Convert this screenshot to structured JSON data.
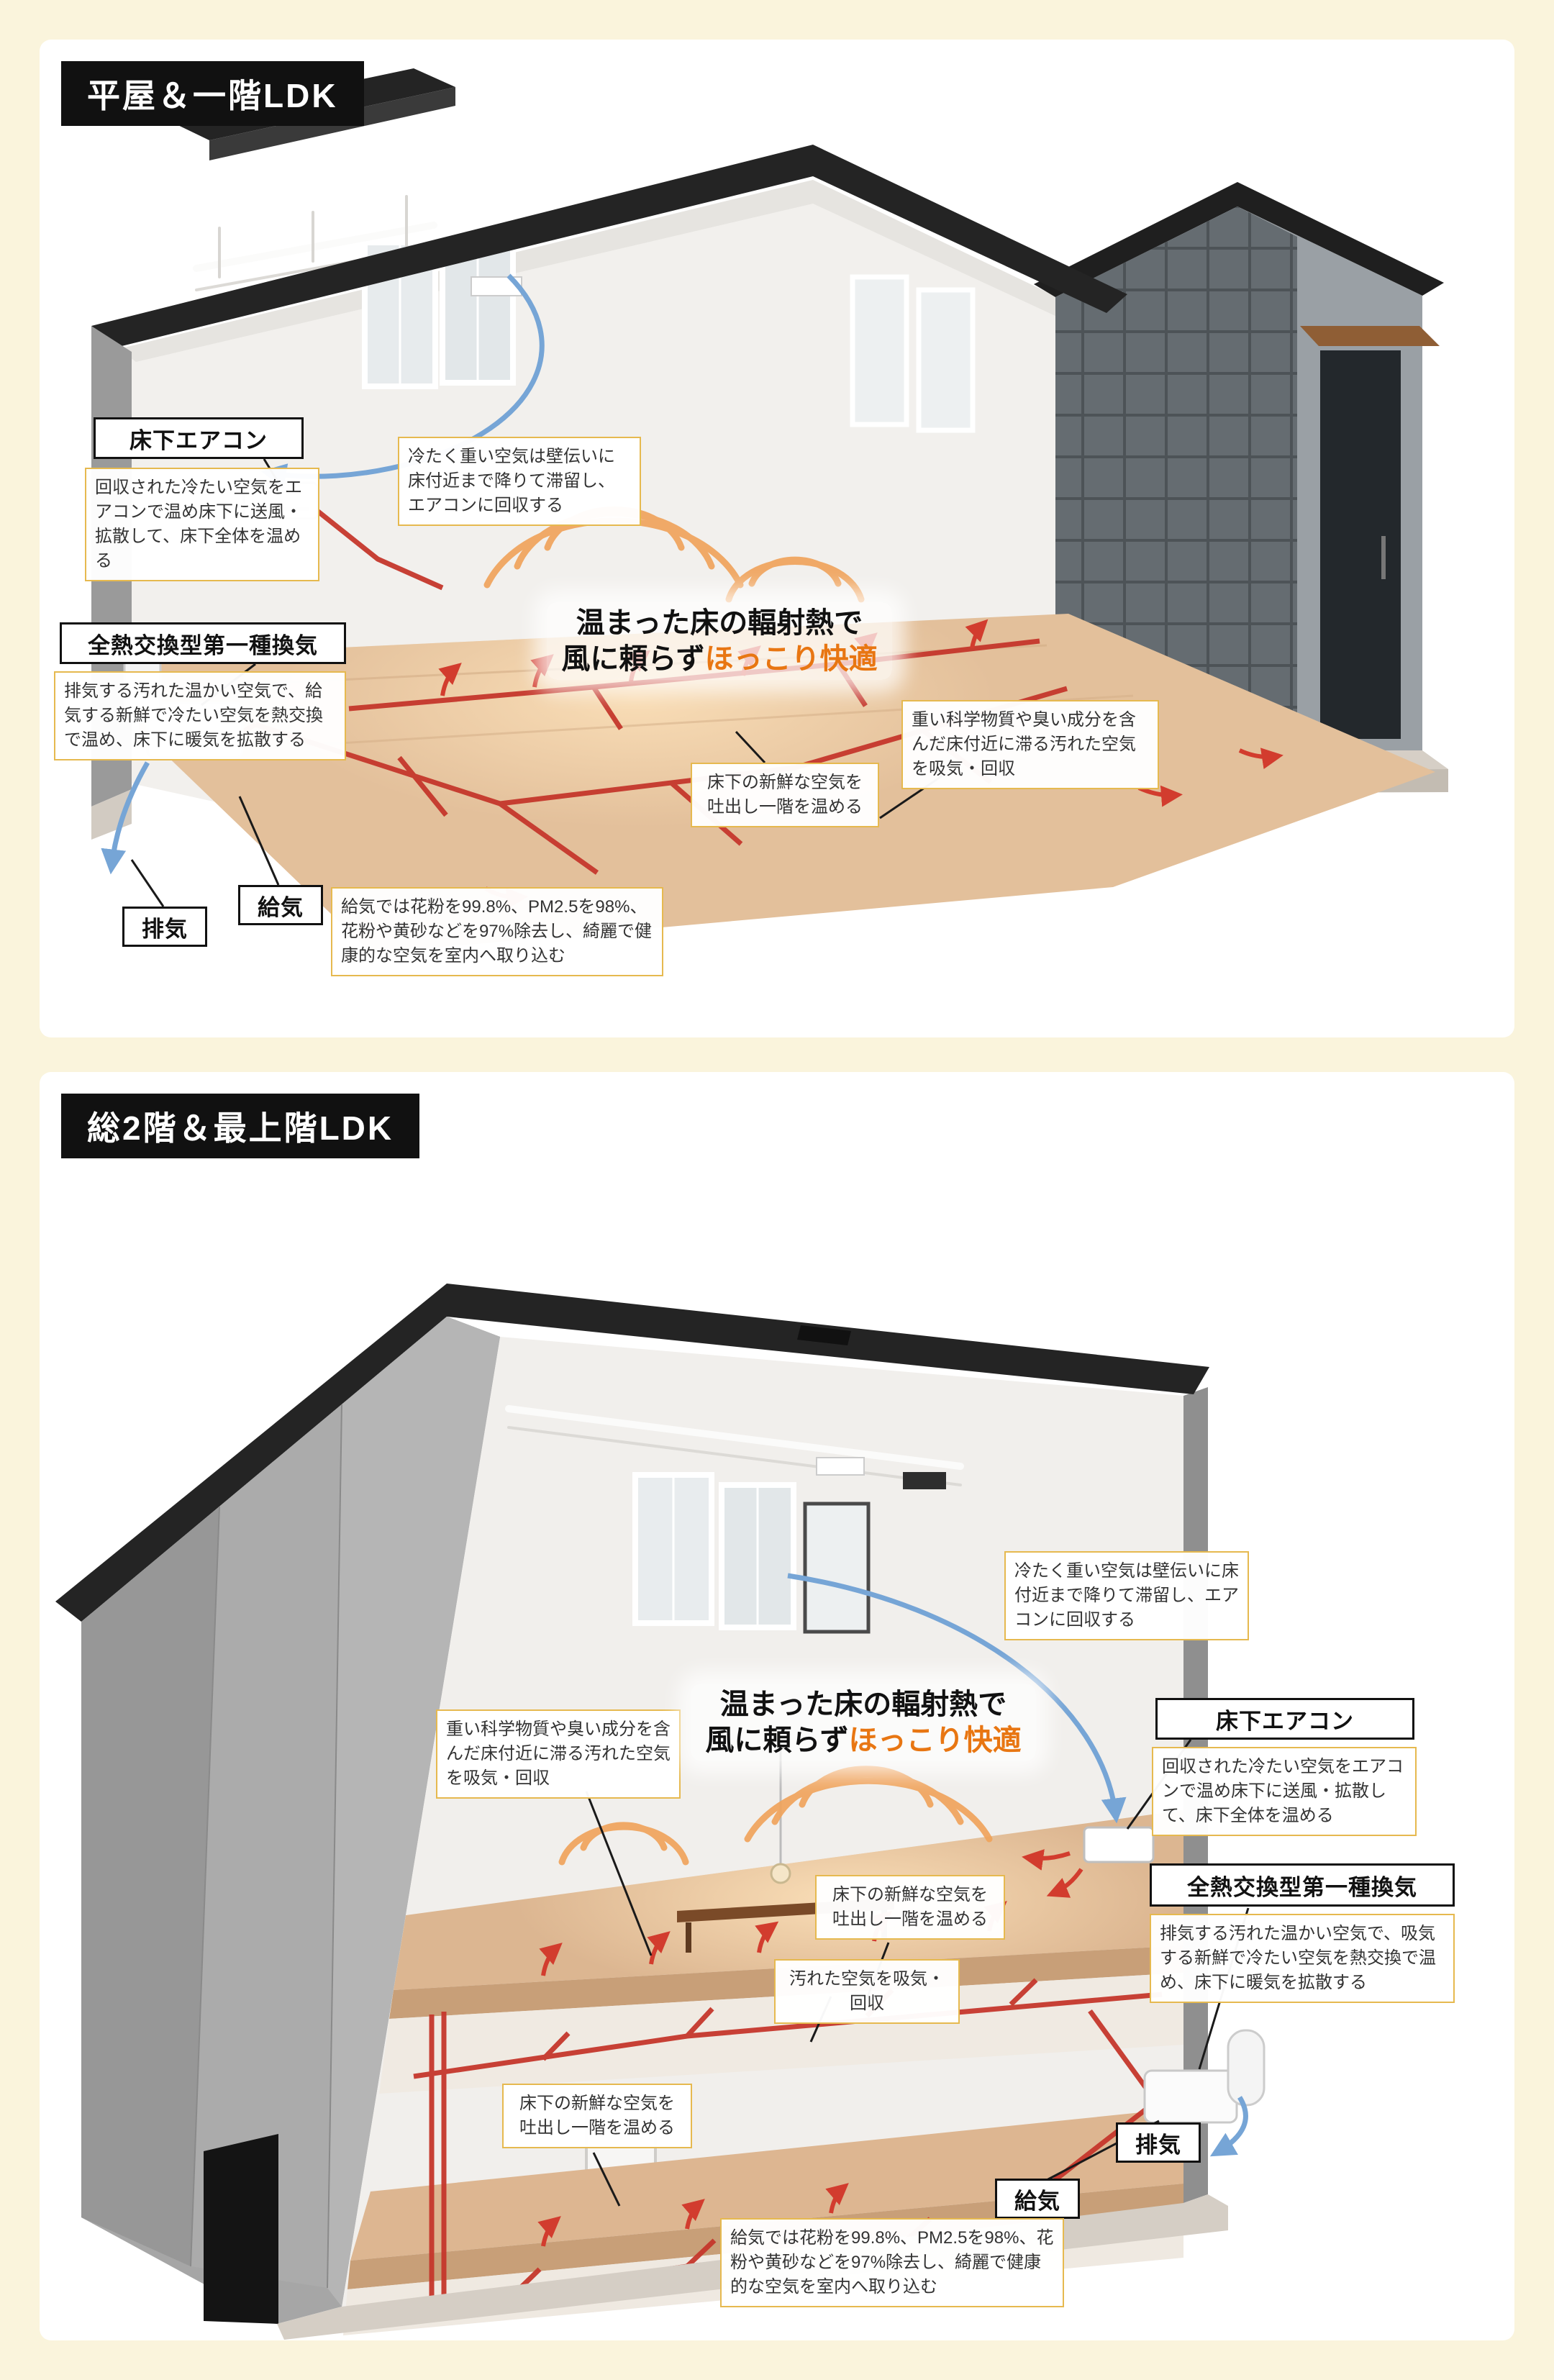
{
  "colors": {
    "page_background": "#FAF4DC",
    "accent_orange": "#E87612",
    "note_border_yellow": "#E6B94F",
    "duct_red": "#C5372C",
    "airflow_blue": "#76A5D6",
    "badge_black": "#111111"
  },
  "panel1": {
    "title": "平屋＆一階LDK",
    "underfloor_aircon": {
      "label": "床下エアコン",
      "desc": "回収された冷たい空気をエアコンで温め床下に送風・拡散して、床下全体を温める"
    },
    "cold_air_note": "冷たく重い空気は壁伝いに床付近まで降りて滞留し、エアコンに回収する",
    "radiant": {
      "line1": "温まった床の輻射熱で",
      "line2_prefix": "風に頼らず",
      "line2_highlight": "ほっこり快適"
    },
    "heat_exchange": {
      "label": "全熱交換型第一種換気",
      "desc": "排気する汚れた温かい空気で、給気する新鮮で冷たい空気を熱交換で温め、床下に暖気を拡散する"
    },
    "dirty_air_note": "重い科学物質や臭い成分を含んだ床付近に滞る汚れた空気を吸気・回収",
    "fresh_air_note": "床下の新鮮な空気を吐出し一階を温める",
    "exhaust_label": "排気",
    "supply_label": "給気",
    "filter_note": "給気では花粉を99.8%、PM2.5を98%、花粉や黄砂などを97%除去し、綺麗で健康的な空気を室内へ取り込む"
  },
  "panel2": {
    "title": "総2階＆最上階LDK",
    "cold_air_note": "冷たく重い空気は壁伝いに床付近まで降りて滞留し、エアコンに回収する",
    "underfloor_aircon": {
      "label": "床下エアコン",
      "desc": "回収された冷たい空気をエアコンで温め床下に送風・拡散して、床下全体を温める"
    },
    "dirty_air_note": "重い科学物質や臭い成分を含んだ床付近に滞る汚れた空気を吸気・回収",
    "radiant": {
      "line1": "温まった床の輻射熱で",
      "line2_prefix": "風に頼らず",
      "line2_highlight": "ほっこり快適"
    },
    "heat_exchange": {
      "label": "全熱交換型第一種換気",
      "desc": "排気する汚れた温かい空気で、吸気する新鮮で冷たい空気を熱交換で温め、床下に暖気を拡散する"
    },
    "fresh_air_note_upper": "床下の新鮮な空気を吐出し一階を温める",
    "dirty_air_short_note": "汚れた空気を吸気・回収",
    "fresh_air_note_lower": "床下の新鮮な空気を吐出し一階を温める",
    "exhaust_label": "排気",
    "supply_label": "給気",
    "filter_note": "給気では花粉を99.8%、PM2.5を98%、花粉や黄砂などを97%除去し、綺麗で健康的な空気を室内へ取り込む"
  }
}
